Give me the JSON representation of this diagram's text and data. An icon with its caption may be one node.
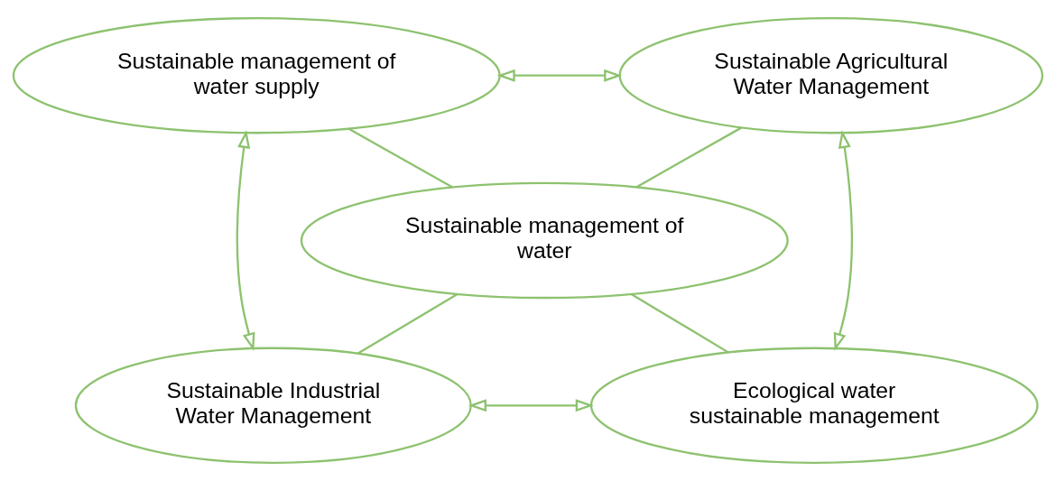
{
  "diagram": {
    "nodes": [
      {
        "text": [
          "Sustainable management of water supply"
        ]
      },
      {
        "text": [
          "Sustainable Agricultural Water Management"
        ]
      },
      {
        "text": [
          "Sustainable management of water"
        ]
      },
      {
        "text": [
          "Sustainable Industrial Water Management"
        ]
      },
      {
        "text": [
          "Ecological water sustainable management"
        ]
      }
    ],
    "edges": [
      {
        "from": 0,
        "to": 1,
        "arrow": "both"
      },
      {
        "from": 0,
        "to": 2,
        "arrow": "none"
      },
      {
        "from": 1,
        "to": 2,
        "arrow": "none"
      },
      {
        "from": 0,
        "to": 3,
        "arrow": "both"
      },
      {
        "from": 1,
        "to": 4,
        "arrow": "both"
      },
      {
        "from": 2,
        "to": 3,
        "arrow": "none"
      },
      {
        "from": 2,
        "to": 4,
        "arrow": "none"
      },
      {
        "from": 3,
        "to": 4,
        "arrow": "both"
      }
    ]
  }
}
